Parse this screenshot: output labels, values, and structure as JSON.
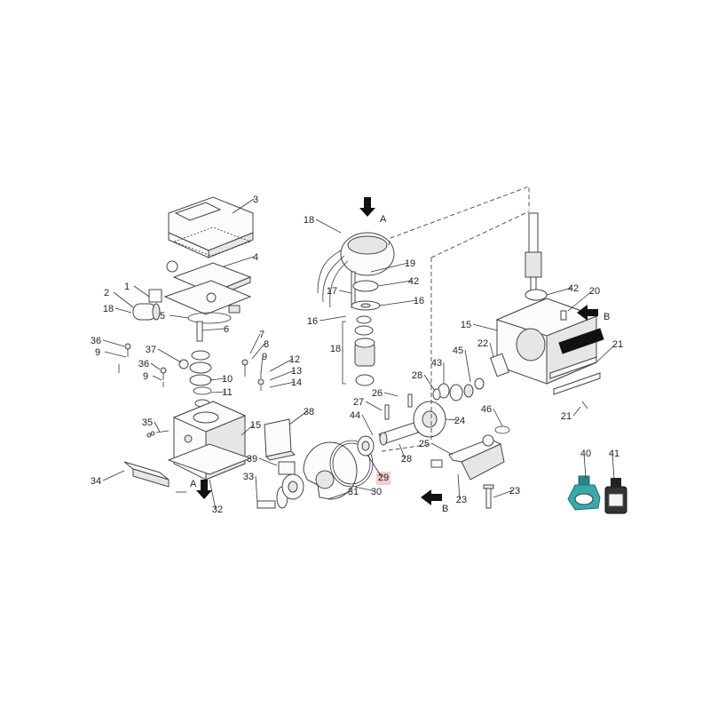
{
  "diagram": {
    "highlight_label": "29",
    "callouts": [
      {
        "id": "c1",
        "label": "1"
      },
      {
        "id": "c2",
        "label": "2"
      },
      {
        "id": "c3",
        "label": "3"
      },
      {
        "id": "c4",
        "label": "4"
      },
      {
        "id": "c5",
        "label": "5"
      },
      {
        "id": "c6",
        "label": "6"
      },
      {
        "id": "c7",
        "label": "7"
      },
      {
        "id": "c8",
        "label": "8"
      },
      {
        "id": "c9a",
        "label": "9"
      },
      {
        "id": "c9b",
        "label": "9"
      },
      {
        "id": "c9c",
        "label": "9"
      },
      {
        "id": "c10",
        "label": "10"
      },
      {
        "id": "c11",
        "label": "11"
      },
      {
        "id": "c12",
        "label": "12"
      },
      {
        "id": "c13",
        "label": "13"
      },
      {
        "id": "c14",
        "label": "14"
      },
      {
        "id": "c15a",
        "label": "15"
      },
      {
        "id": "c15b",
        "label": "15"
      },
      {
        "id": "c16a",
        "label": "16"
      },
      {
        "id": "c16b",
        "label": "16"
      },
      {
        "id": "c17",
        "label": "17"
      },
      {
        "id": "c18a",
        "label": "18"
      },
      {
        "id": "c18b",
        "label": "18"
      },
      {
        "id": "c18c",
        "label": "18"
      },
      {
        "id": "c19",
        "label": "19"
      },
      {
        "id": "c20",
        "label": "20"
      },
      {
        "id": "c21a",
        "label": "21"
      },
      {
        "id": "c21b",
        "label": "21"
      },
      {
        "id": "c22",
        "label": "22"
      },
      {
        "id": "c23a",
        "label": "23"
      },
      {
        "id": "c23b",
        "label": "23"
      },
      {
        "id": "c24",
        "label": "24"
      },
      {
        "id": "c25",
        "label": "25"
      },
      {
        "id": "c26",
        "label": "26"
      },
      {
        "id": "c27",
        "label": "27"
      },
      {
        "id": "c28a",
        "label": "28"
      },
      {
        "id": "c28b",
        "label": "28"
      },
      {
        "id": "c29",
        "label": "29"
      },
      {
        "id": "c30",
        "label": "30"
      },
      {
        "id": "c31",
        "label": "31"
      },
      {
        "id": "c32",
        "label": "32"
      },
      {
        "id": "c33",
        "label": "33"
      },
      {
        "id": "c34",
        "label": "34"
      },
      {
        "id": "c35",
        "label": "35"
      },
      {
        "id": "c36a",
        "label": "36"
      },
      {
        "id": "c36b",
        "label": "36"
      },
      {
        "id": "c37",
        "label": "37"
      },
      {
        "id": "c38",
        "label": "38"
      },
      {
        "id": "c39",
        "label": "39"
      },
      {
        "id": "c40",
        "label": "40"
      },
      {
        "id": "c41",
        "label": "41"
      },
      {
        "id": "c42a",
        "label": "42"
      },
      {
        "id": "c42b",
        "label": "42"
      },
      {
        "id": "c43",
        "label": "43"
      },
      {
        "id": "c44",
        "label": "44"
      },
      {
        "id": "c45",
        "label": "45"
      },
      {
        "id": "c46",
        "label": "46"
      }
    ],
    "arrows": [
      {
        "id": "a1",
        "label": "A"
      },
      {
        "id": "a2",
        "label": "A"
      },
      {
        "id": "a3",
        "label": "B"
      },
      {
        "id": "a4",
        "label": "B"
      }
    ],
    "colors": {
      "highlight": "#f6cccc",
      "line": "#333333",
      "bottle_teal": "#3aa8a8"
    }
  }
}
